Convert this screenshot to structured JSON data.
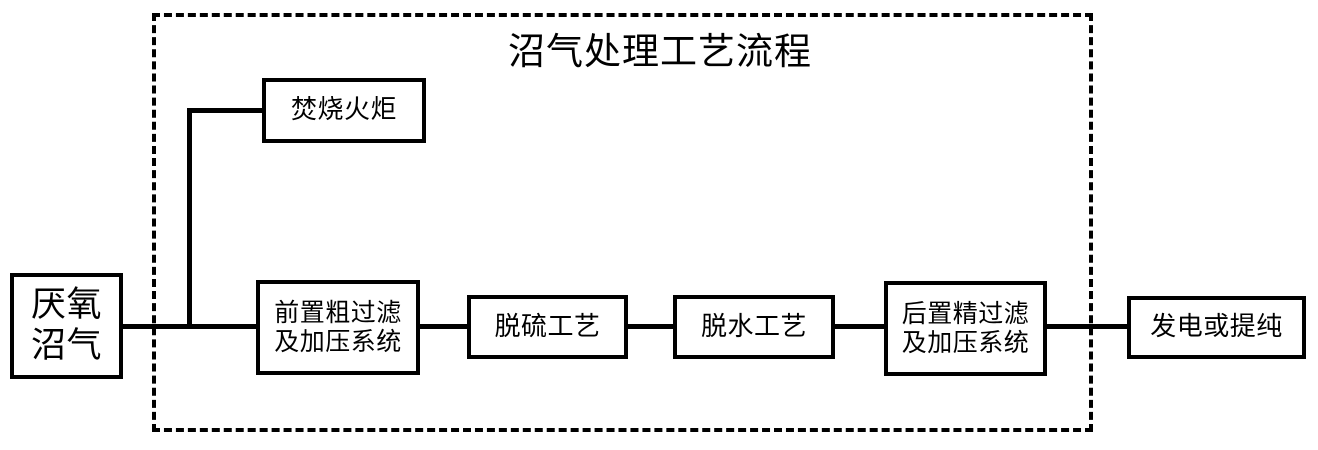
{
  "diagram": {
    "title": "沼气处理工艺流程",
    "boundary_name": "process-boundary",
    "line_color": "#000000",
    "background_color": "#ffffff"
  },
  "nodes": [
    {
      "id": "source",
      "label": "厌氧\n沼气",
      "inside_boundary": false
    },
    {
      "id": "flare",
      "label": "焚烧火炬",
      "inside_boundary": true
    },
    {
      "id": "prefilter",
      "label": "前置粗过滤\n及加压系统",
      "inside_boundary": true
    },
    {
      "id": "desulf",
      "label": "脱硫工艺",
      "inside_boundary": true
    },
    {
      "id": "dehydrate",
      "label": "脱水工艺",
      "inside_boundary": true
    },
    {
      "id": "postfilter",
      "label": "后置精过滤\n及加压系统",
      "inside_boundary": true
    },
    {
      "id": "output",
      "label": "发电或提纯",
      "inside_boundary": false
    }
  ],
  "connections": [
    {
      "from": "source",
      "to": "prefilter"
    },
    {
      "from": "prefilter",
      "to": "desulf"
    },
    {
      "from": "desulf",
      "to": "dehydrate"
    },
    {
      "from": "dehydrate",
      "to": "postfilter"
    },
    {
      "from": "postfilter",
      "to": "output"
    },
    {
      "from": "source-spine",
      "to": "flare"
    }
  ]
}
